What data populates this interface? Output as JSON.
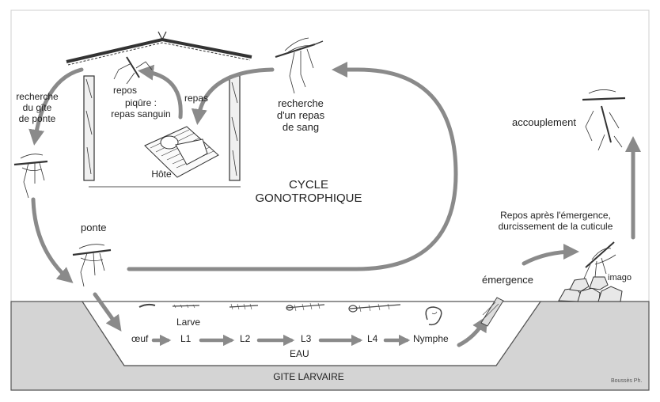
{
  "diagram": {
    "cycle_title": [
      "CYCLE",
      "GONOTROPHIQUE"
    ],
    "stages": {
      "host_search": [
        "recherche",
        "d'un repas",
        "de sang"
      ],
      "resting": "repos",
      "blood_meal": [
        "piqûre :",
        "repas sanguin"
      ],
      "meal": "repas",
      "host": "Hôte",
      "site_search": [
        "recherche",
        "du gîte",
        "de ponte"
      ],
      "laying": "ponte",
      "mating": "accouplement",
      "post_emergence": [
        "Repos après l'émergence,",
        "durcissement de la cuticule"
      ],
      "emergence": "émergence",
      "imago": "imago"
    },
    "aquatic": {
      "egg": "œuf",
      "larva_label": "Larve",
      "instars": [
        "L1",
        "L2",
        "L3",
        "L4"
      ],
      "pupa": "Nymphe",
      "water": "EAU",
      "breeding_site": "GITE LARVAIRE"
    },
    "credit": "Boussès Ph."
  }
}
